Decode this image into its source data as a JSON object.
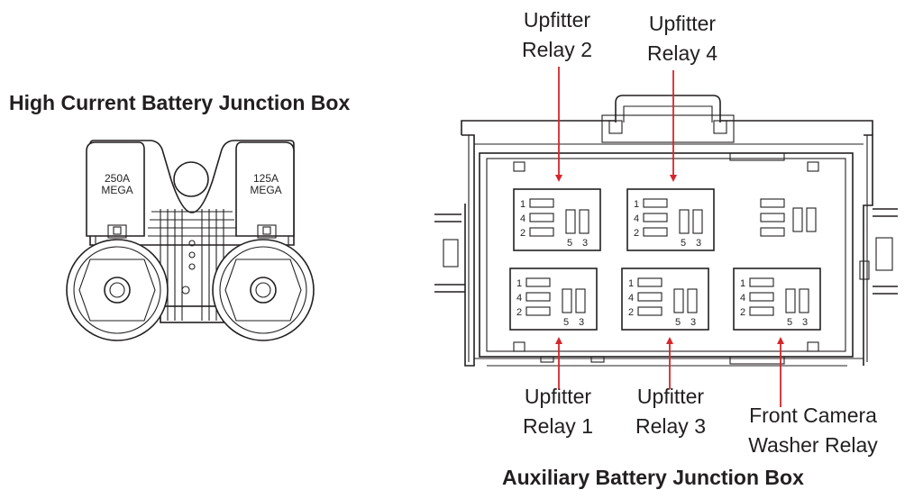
{
  "titles": {
    "high_current": "High Current Battery Junction Box",
    "auxiliary": "Auxiliary Battery Junction Box"
  },
  "fuses": [
    {
      "rating": "250A",
      "type": "MEGA"
    },
    {
      "rating": "125A",
      "type": "MEGA"
    }
  ],
  "callouts": {
    "relay2": [
      "Upfitter",
      "Relay 2"
    ],
    "relay4": [
      "Upfitter",
      "Relay 4"
    ],
    "relay1": [
      "Upfitter",
      "Relay 1"
    ],
    "relay3": [
      "Upfitter",
      "Relay 3"
    ],
    "camera": [
      "Front Camera",
      "Washer Relay"
    ]
  },
  "relay_pins": {
    "left": [
      "1",
      "4",
      "2"
    ],
    "bottom": [
      "5",
      "3"
    ]
  },
  "colors": {
    "arrow": "#d7262b",
    "line": "#231f20"
  }
}
